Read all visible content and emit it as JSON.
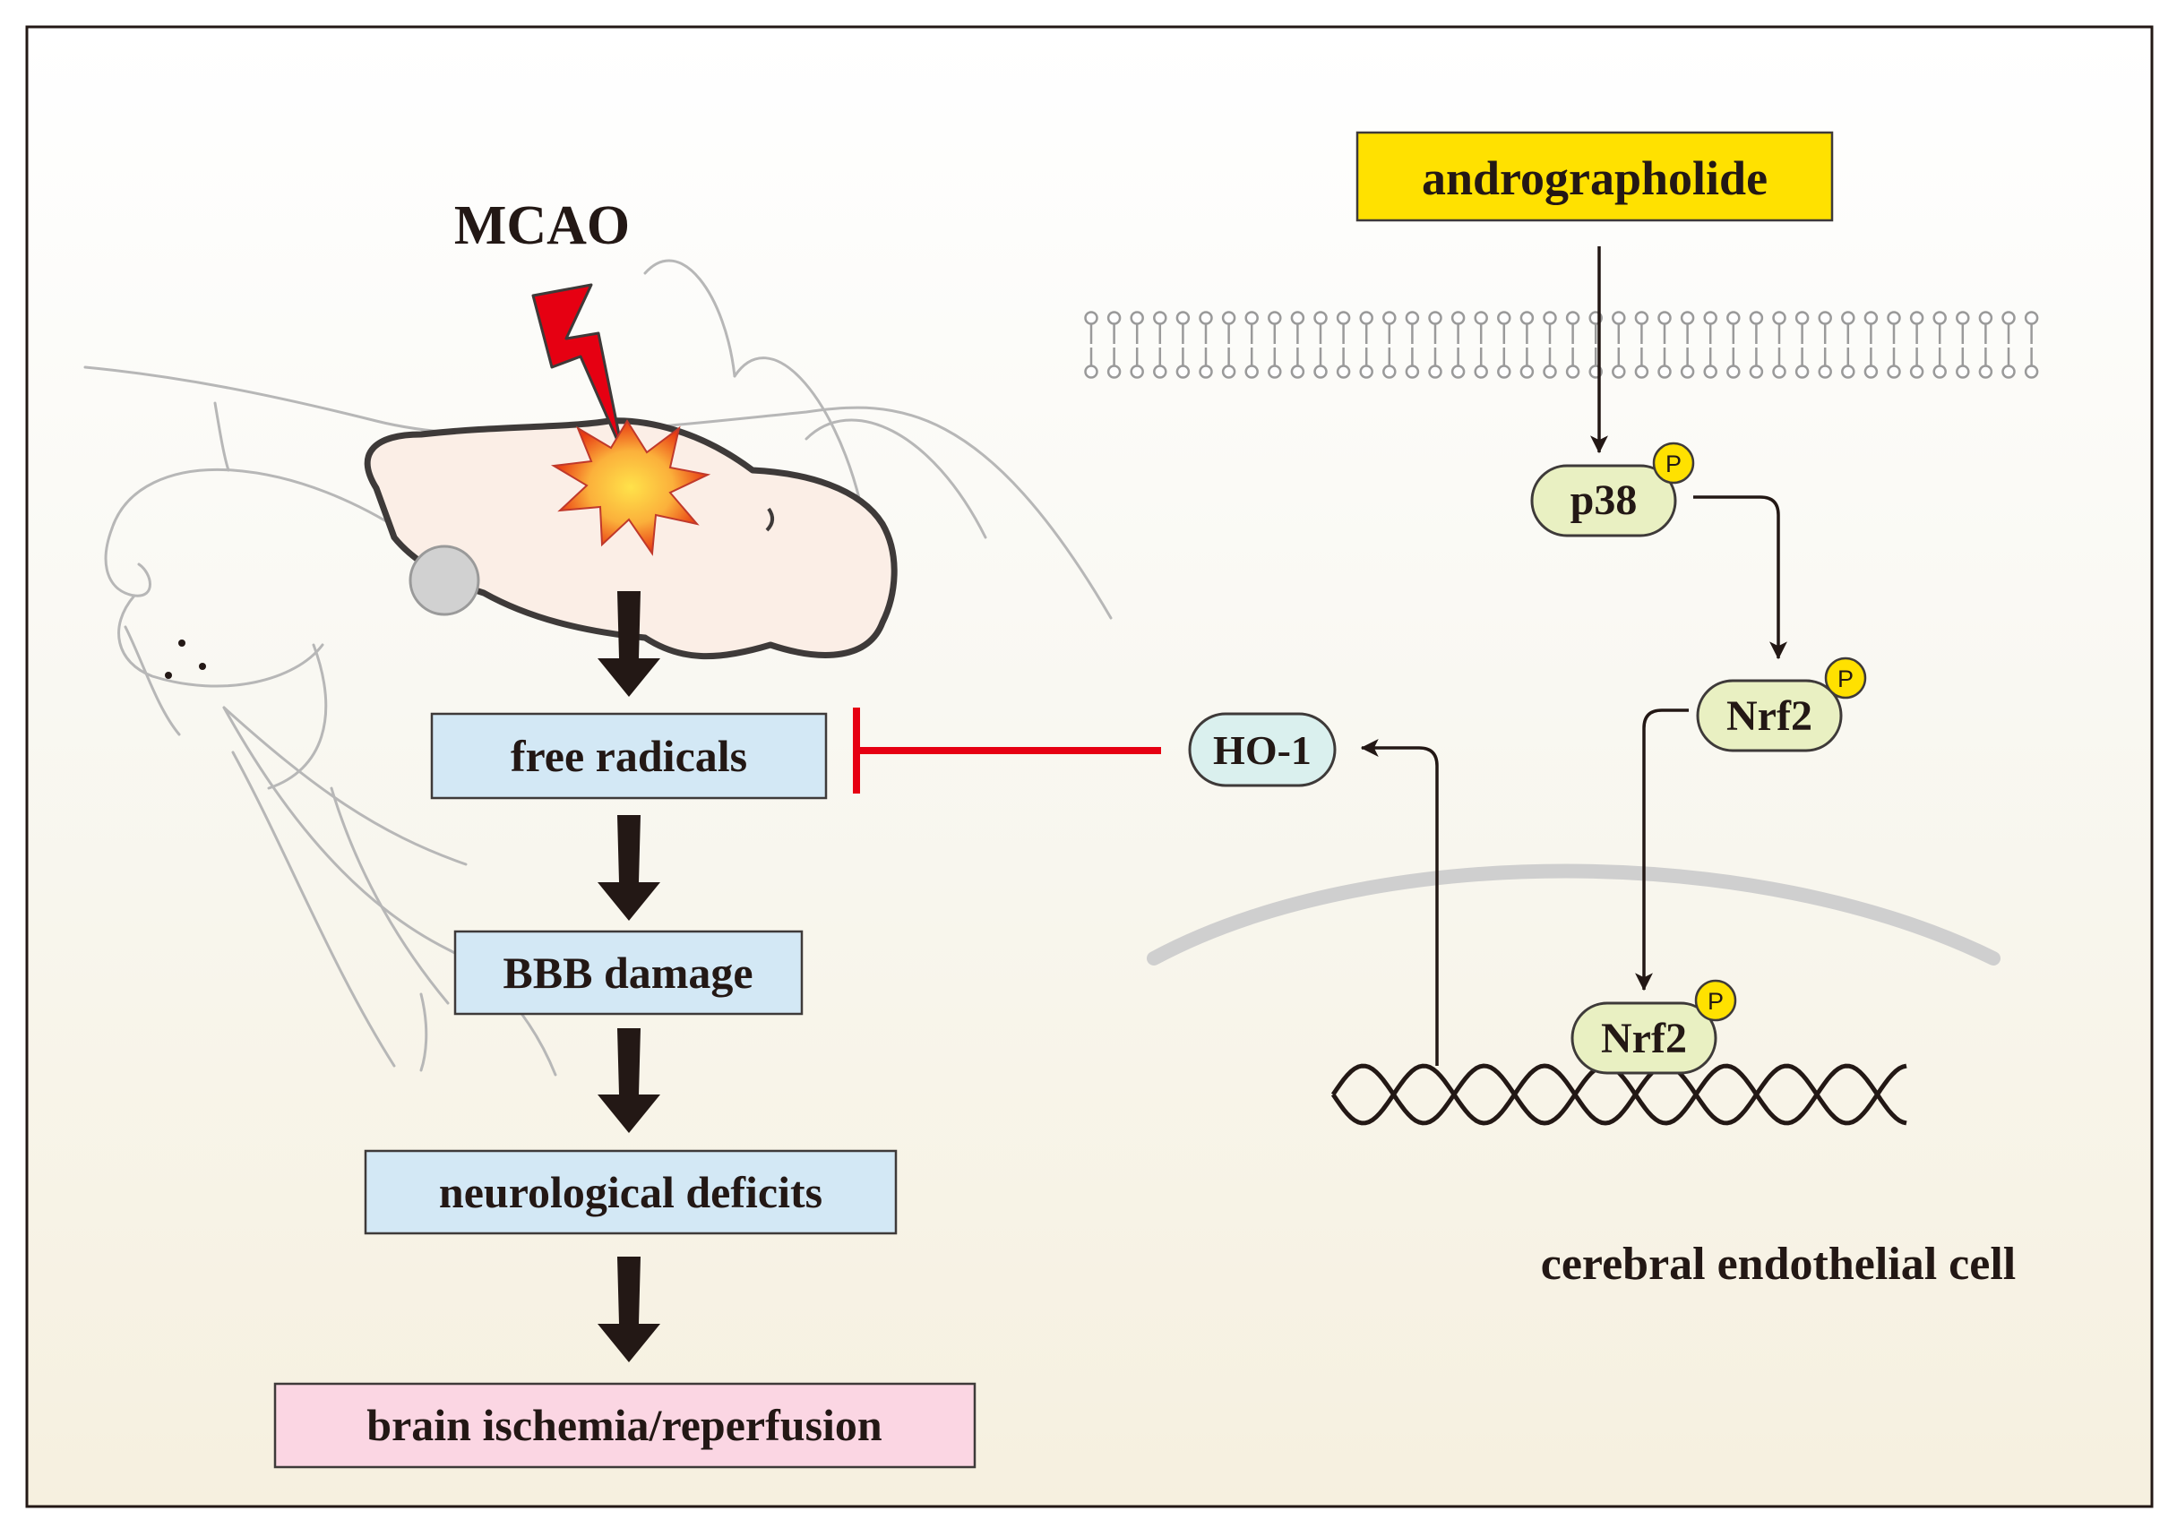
{
  "stimulus": {
    "label": "MCAO",
    "color": "#e60012"
  },
  "drug": {
    "label": "andrographolide",
    "fill": "#ffe100"
  },
  "cascade": [
    {
      "label": "free radicals",
      "fill": "#d3e8f5"
    },
    {
      "label": "BBB damage",
      "fill": "#d3e8f5"
    },
    {
      "label": "neurological deficits",
      "fill": "#d3e8f5"
    },
    {
      "label": "brain ischemia/reperfusion",
      "fill": "#fbd6e3"
    }
  ],
  "pathway": {
    "p38": "p38",
    "nrf2_cytoplasm": "Nrf2",
    "nrf2_nucleus": "Nrf2",
    "ho1": "HO-1",
    "phospho": "P",
    "phospho_fill": "#ffe100",
    "protein_fill": "#e9f0c2",
    "ho1_fill": "#daf0ee"
  },
  "cell_label": "cerebral endothelial cell",
  "inhibition_color": "#e60012"
}
